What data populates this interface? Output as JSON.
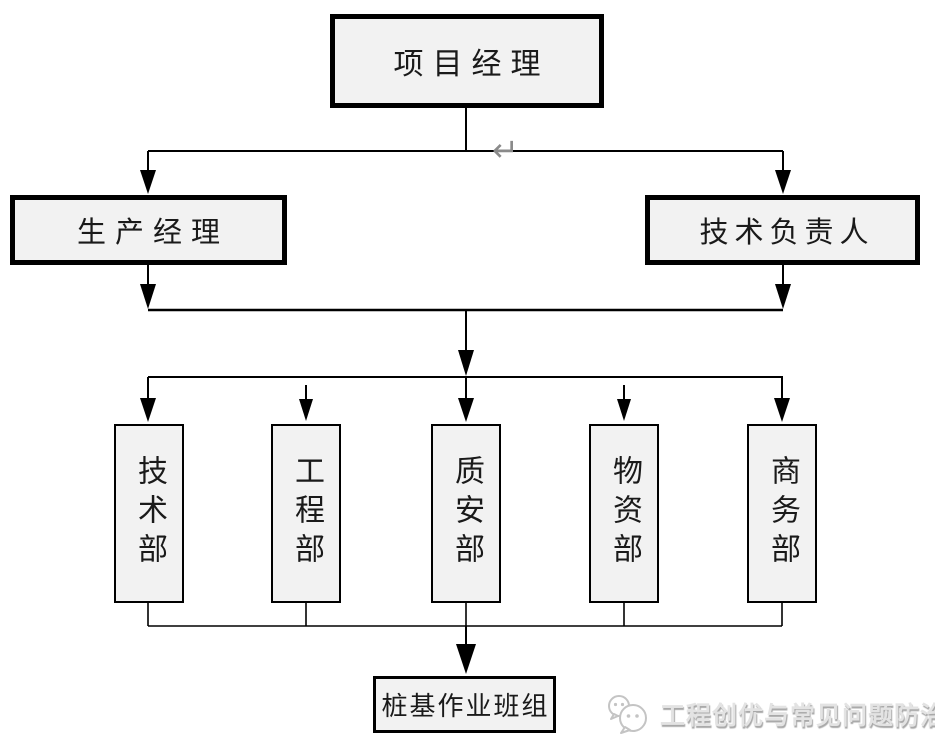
{
  "diagram": {
    "type": "org-chart",
    "top": {
      "label": "项目经理"
    },
    "level2": [
      {
        "label": "生产经理"
      },
      {
        "label": "技术负责人"
      }
    ],
    "departments": [
      {
        "label": "技术部"
      },
      {
        "label": "工程部"
      },
      {
        "label": "质安部"
      },
      {
        "label": "物资部"
      },
      {
        "label": "商务部"
      }
    ],
    "bottom": {
      "label": "桩基作业班组"
    },
    "formatting_mark": "↵"
  },
  "watermark": {
    "icon": "wechat-icon",
    "text": "工程创优与常见问题防治"
  },
  "colors": {
    "box_fill": "#f2f2f2",
    "box_border": "#000000",
    "connector": "#000000",
    "formatting_mark_gray": "#8a8a8a",
    "watermark_gray": "#c4c4c4"
  }
}
